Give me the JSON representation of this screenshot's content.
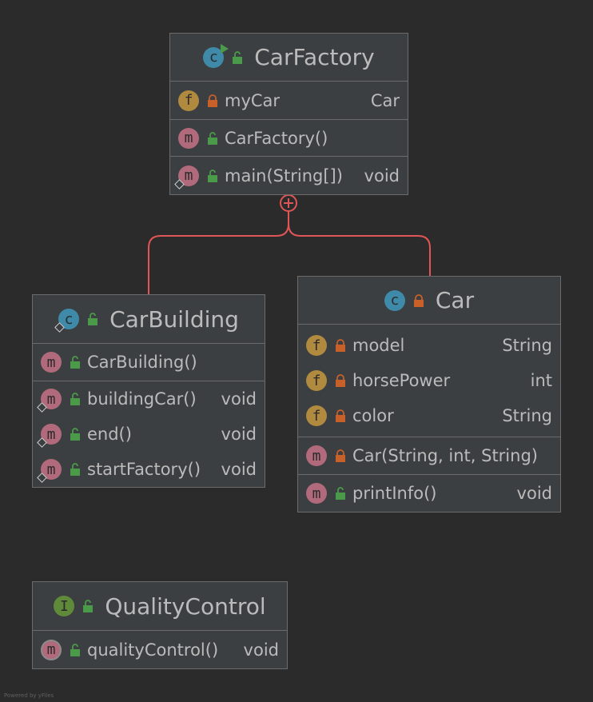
{
  "colors": {
    "background": "#2b2b2b",
    "node_fill": "#3c3f41",
    "node_border": "#6b6b6b",
    "text": "#bbbbbb",
    "method_icon": "#b06a7b",
    "field_icon": "#b08a3e",
    "class_icon": "#3e8aa8",
    "interface_icon": "#5f8a3a",
    "public_lock": "#4a9a4a",
    "private_lock": "#c8602a",
    "nesting_edge": "#e05555"
  },
  "diagram": {
    "footer": "Powered by yFiles",
    "car_factory": {
      "title": "CarFactory",
      "kind_letter": "c",
      "fields": [
        {
          "name": "myCar",
          "type": "Car",
          "kind_letter": "f",
          "visibility": "private"
        }
      ],
      "constructors": [
        {
          "name": "CarFactory()",
          "type": "",
          "kind_letter": "m",
          "visibility": "public"
        }
      ],
      "methods": [
        {
          "name": "main(String[])",
          "type": "void",
          "kind_letter": "m",
          "visibility": "public",
          "static": true
        }
      ]
    },
    "car_building": {
      "title": "CarBuilding",
      "kind_letter": "c",
      "constructors": [
        {
          "name": "CarBuilding()",
          "type": "",
          "kind_letter": "m",
          "visibility": "public"
        }
      ],
      "methods": [
        {
          "name": "buildingCar()",
          "type": "void",
          "kind_letter": "m",
          "visibility": "public",
          "static": true
        },
        {
          "name": "end()",
          "type": "void",
          "kind_letter": "m",
          "visibility": "public",
          "static": true
        },
        {
          "name": "startFactory()",
          "type": "void",
          "kind_letter": "m",
          "visibility": "public",
          "static": true
        }
      ]
    },
    "car": {
      "title": "Car",
      "kind_letter": "c",
      "fields": [
        {
          "name": "model",
          "type": "String",
          "kind_letter": "f",
          "visibility": "private"
        },
        {
          "name": "horsePower",
          "type": "int",
          "kind_letter": "f",
          "visibility": "private"
        },
        {
          "name": "color",
          "type": "String",
          "kind_letter": "f",
          "visibility": "private"
        }
      ],
      "constructors": [
        {
          "name": "Car(String, int, String)",
          "type": "",
          "kind_letter": "m",
          "visibility": "private"
        }
      ],
      "methods": [
        {
          "name": "printInfo()",
          "type": "void",
          "kind_letter": "m",
          "visibility": "public"
        }
      ]
    },
    "quality_control": {
      "title": "QualityControl",
      "kind_letter": "I",
      "methods": [
        {
          "name": "qualityControl()",
          "type": "void",
          "kind_letter": "m",
          "visibility": "public"
        }
      ]
    }
  }
}
